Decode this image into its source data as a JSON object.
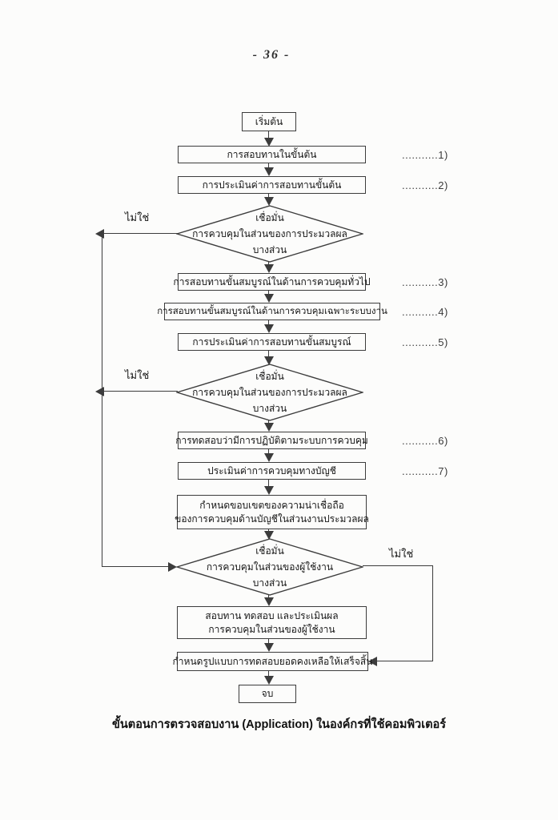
{
  "page": {
    "number": "- 36 -",
    "caption": "ขั้นตอนการตรวจสอบงาน (Application) ในองค์กรที่ใช้คอมพิวเตอร์"
  },
  "flow": {
    "start_label": "เริ่มต้น",
    "end_label": "จบ",
    "no_label": "ไม่ใช่",
    "boxes": [
      {
        "label": "การสอบทานในขั้นต้น",
        "ref": "...........1)"
      },
      {
        "label": "การประเมินค่าการสอบทานขั้นต้น",
        "ref": "...........2)"
      },
      {
        "label": "การสอบทานขั้นสมบูรณ์ในด้านการควบคุมทั่วไป",
        "ref": "...........3)"
      },
      {
        "label": "การสอบทานขั้นสมบูรณ์ในด้านการควบคุมเฉพาะระบบงาน",
        "ref": "...........4)"
      },
      {
        "label": "การประเมินค่าการสอบทานขั้นสมบูรณ์",
        "ref": "...........5)"
      },
      {
        "label": "การทดสอบว่ามีการปฏิบัติตามระบบการควบคุม",
        "ref": "...........6)"
      },
      {
        "label": "ประเมินค่าการควบคุมทางบัญชี",
        "ref": "...........7)"
      },
      {
        "line1": "กำหนดขอบเขตของความน่าเชื่อถือ",
        "line2": "ของการควบคุมด้านบัญชีในส่วนงานประมวลผล"
      },
      {
        "line1": "สอบทาน ทดสอบ และประเมินผล",
        "line2": "การควบคุมในส่วนของผู้ใช้งาน"
      },
      {
        "label": "กำหนดรูปแบบการทดสอบยอดคงเหลือให้เสร็จสิ้น"
      }
    ],
    "decisions": [
      {
        "line1": "เชื่อมั่น",
        "line2": "การควบคุมในส่วนของการประมวลผล",
        "line3": "บางส่วน"
      },
      {
        "line1": "เชื่อมั่น",
        "line2": "การควบคุมในส่วนของการประมวลผล",
        "line3": "บางส่วน"
      },
      {
        "line1": "เชื่อมั่น",
        "line2": "การควบคุมในส่วนของผู้ใช้งาน",
        "line3": "บางส่วน"
      }
    ]
  },
  "colors": {
    "ink": "#3c3c3c",
    "paper": "#fcfcfb"
  }
}
